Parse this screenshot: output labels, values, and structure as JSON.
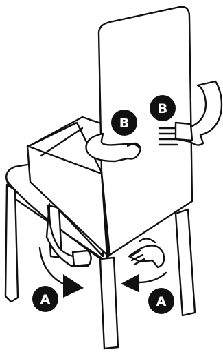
{
  "labels": {
    "strap_bottom": "A",
    "strap_top": "B"
  },
  "colors": {
    "ink": "#111111",
    "badge_fill": "#111111",
    "badge_text": "#ffffff",
    "background": "#ffffff"
  },
  "icons": [
    "chair",
    "booster-seat",
    "buckle-strap",
    "direction-arrow"
  ]
}
